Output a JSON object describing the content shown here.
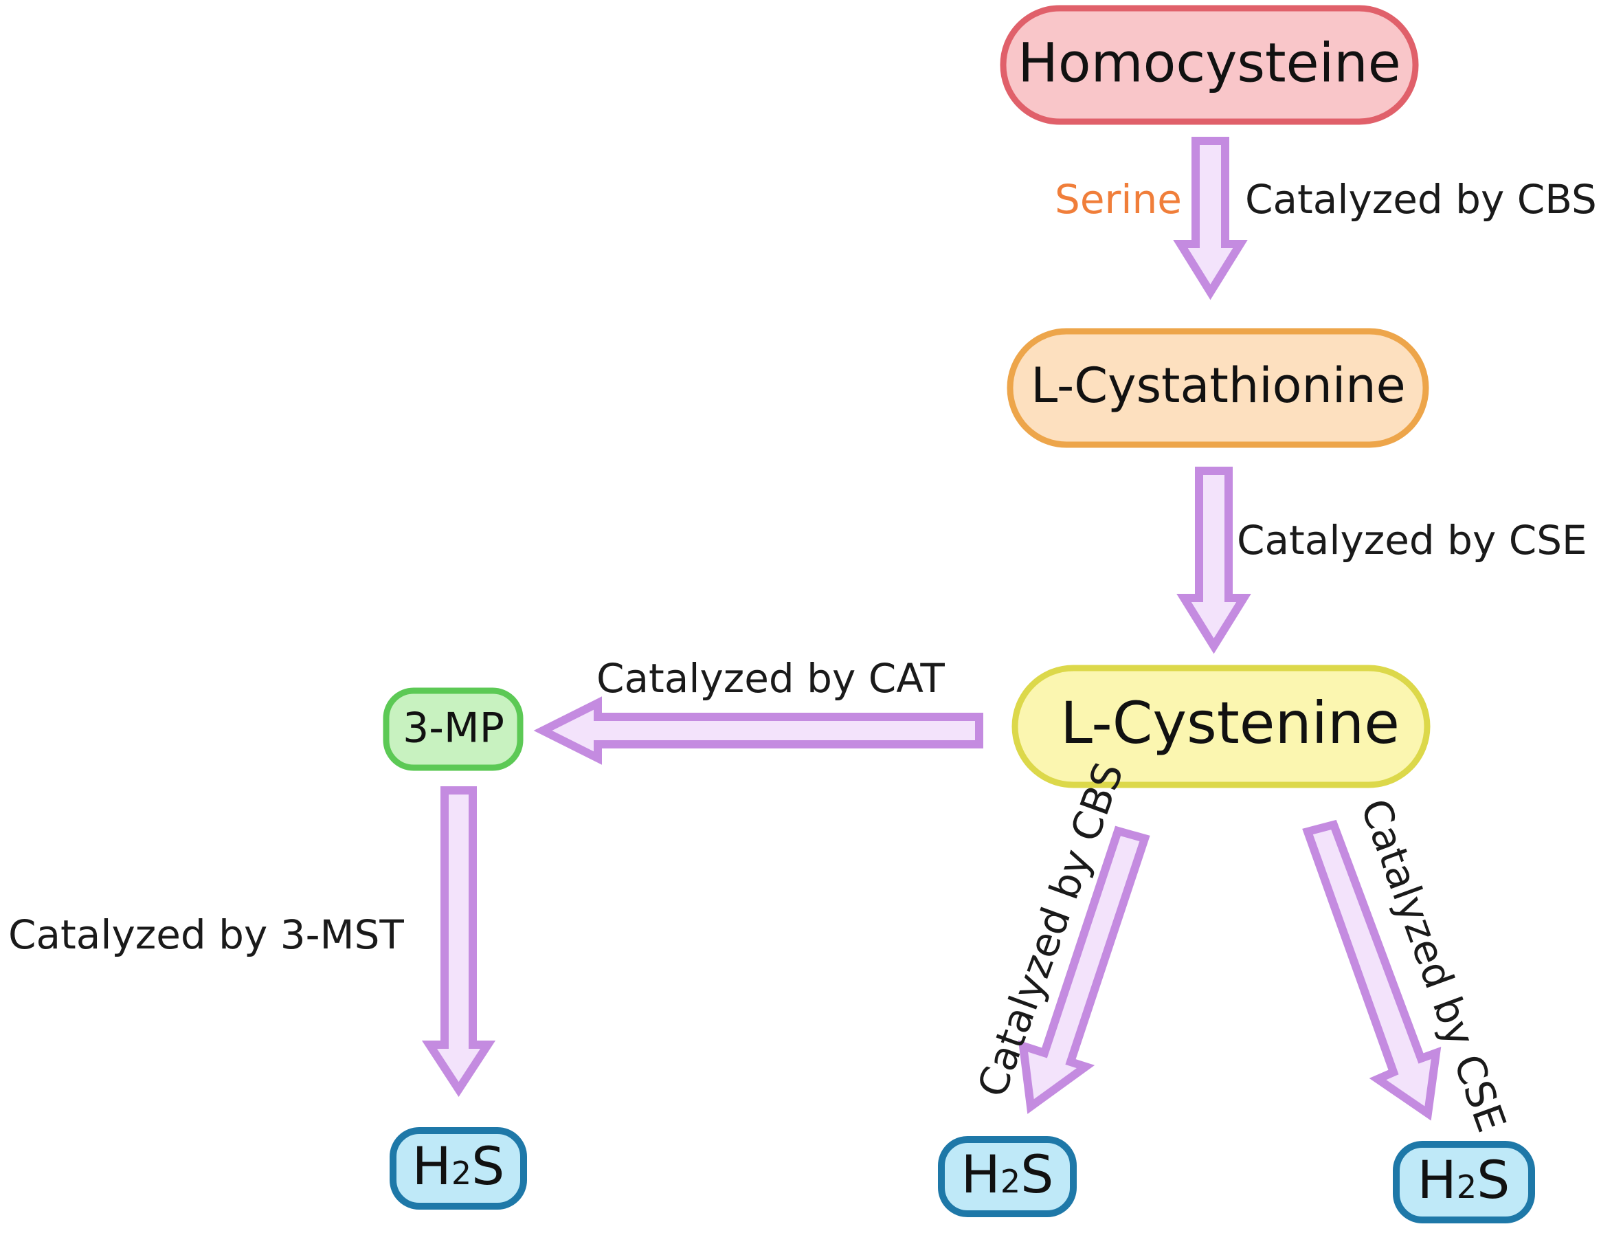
{
  "nodes": {
    "homocysteine": "Homocysteine",
    "cystathionine": "L-Cystathionine",
    "cysteine": "L-Cystenine",
    "mp": "3-MP",
    "h2s_left": {
      "main": "H",
      "sub": "2",
      "tail": "S"
    },
    "h2s_mid": {
      "main": "H",
      "sub": "2",
      "tail": "S"
    },
    "h2s_right": {
      "main": "H",
      "sub": "2",
      "tail": "S"
    }
  },
  "labels": {
    "serine": "Serine",
    "cbs_top": "Catalyzed by CBS",
    "cse_mid": "Catalyzed by CSE",
    "cat": "Catalyzed by CAT",
    "mst": "Catalyzed by 3-MST",
    "cbs_diag": "Catalyzed by CBS",
    "cse_diag": "Catalyzed by CSE"
  },
  "colors": {
    "homocysteine_fill": "#f9c6c9",
    "homocysteine_stroke": "#e0606a",
    "cystathionine_fill": "#fde0bf",
    "cystathionine_stroke": "#eda54a",
    "cysteine_fill": "#fbf6b0",
    "cysteine_stroke": "#dcd84a",
    "mp_fill": "#c8f2c0",
    "mp_stroke": "#5cc955",
    "h2s_fill": "#bfe9f8",
    "h2s_stroke": "#1e78a8",
    "arrow_fill": "#f3e3fb",
    "arrow_stroke": "#c48be0",
    "serine_text": "#f07e3a"
  }
}
